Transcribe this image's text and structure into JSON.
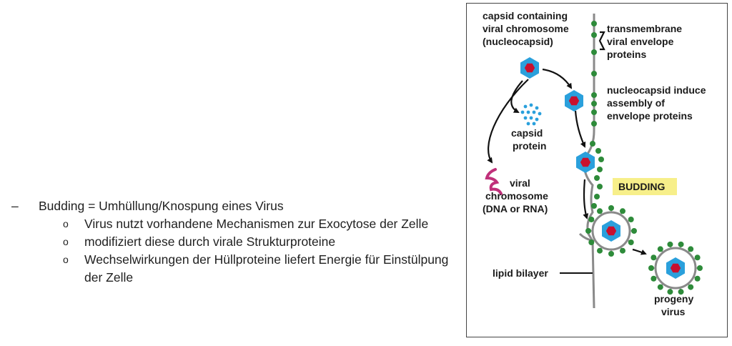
{
  "text": {
    "bullet_marker": "–",
    "sub_marker": "o",
    "main_bullet": "Budding = Umhüllung/Knospung eines Virus",
    "sub_bullets": [
      "Virus nutzt vorhandene Mechanismen zur Exocytose der Zelle",
      "modifiziert diese durch virale Strukturproteine",
      "Wechselwirkungen der Hüllproteine liefert Energie für Einstülpung der Zelle"
    ]
  },
  "figure": {
    "labels": {
      "nucleocapsid": [
        "capsid containing",
        "viral chromosome",
        "(nucleocapsid)"
      ],
      "transmembrane": [
        "transmembrane",
        "viral envelope",
        "proteins"
      ],
      "induce": [
        "nucleocapsid induce",
        "assembly of",
        "envelope proteins"
      ],
      "capsid_protein": [
        "capsid",
        "protein"
      ],
      "chromosome": [
        "viral",
        "chromosome",
        "(DNA or RNA)"
      ],
      "budding": "BUDDING",
      "lipid_bilayer": "lipid bilayer",
      "progeny": [
        "progeny",
        "virus"
      ]
    },
    "colors": {
      "capsid_blue": "#2aa0dc",
      "core_red": "#c8102e",
      "protein_green": "#2e8b3a",
      "membrane_gray": "#8a8a8a",
      "chromosome_magenta": "#c0307a",
      "budding_highlight": "#f7ef8a"
    }
  }
}
